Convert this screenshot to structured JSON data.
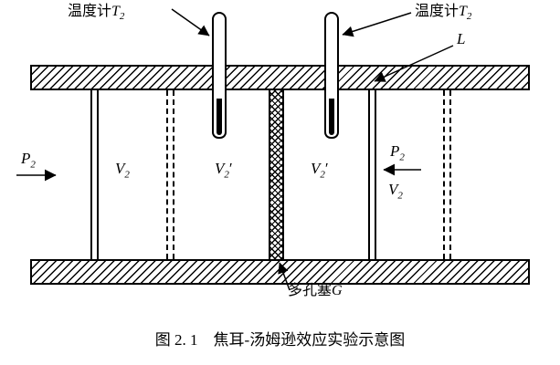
{
  "figure": {
    "caption": "图 2. 1　焦耳-汤姆逊效应实验示意图"
  },
  "colors": {
    "line": "#000000",
    "background": "#ffffff"
  },
  "labels": {
    "thermometer_left": {
      "prefix": "温度计",
      "base": "T",
      "sub": "2"
    },
    "thermometer_right": {
      "prefix": "温度计",
      "base": "T",
      "sub": "2"
    },
    "wall_length": {
      "base": "L"
    },
    "pressure_left": {
      "base": "P",
      "sub": "2"
    },
    "volume_left": {
      "base": "V",
      "sub": "2"
    },
    "volume_inner_left": {
      "base": "V",
      "sub": "2",
      "prime": "′"
    },
    "volume_inner_right": {
      "base": "V",
      "sub": "2",
      "prime": "′"
    },
    "pressure_right": {
      "base": "P",
      "sub": "2"
    },
    "volume_right": {
      "base": "V",
      "sub": "2"
    },
    "porous_plug": {
      "prefix": "多孔塞",
      "base": "G"
    }
  }
}
